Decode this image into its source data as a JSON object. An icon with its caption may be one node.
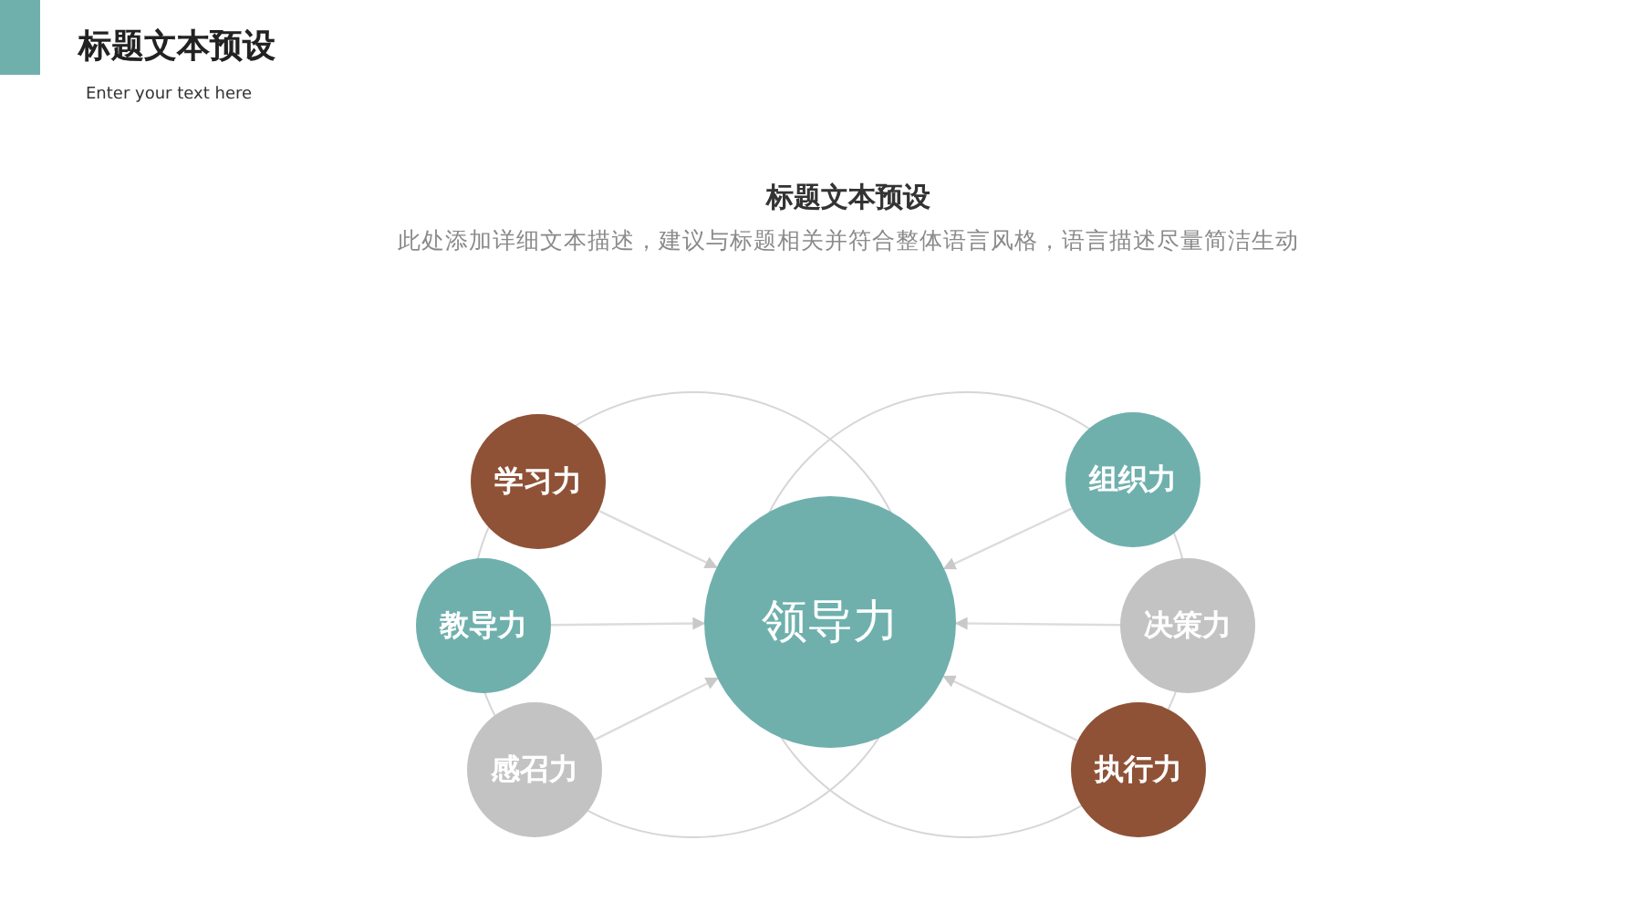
{
  "diagram": {
    "title": "标题文本预设",
    "nodes": [
      {
        "text": [
          "学习力"
        ]
      },
      {
        "text": [
          "组织力"
        ]
      },
      {
        "text": [
          "教导力"
        ]
      },
      {
        "text": [
          "领导力"
        ]
      },
      {
        "text": [
          "决策力"
        ]
      },
      {
        "text": [
          "感召力"
        ]
      },
      {
        "text": [
          "执行力"
        ]
      }
    ],
    "edges": [
      {
        "from": 0,
        "to": 3,
        "arrow": "to"
      },
      {
        "from": 2,
        "to": 3,
        "arrow": "to"
      },
      {
        "from": 5,
        "to": 3,
        "arrow": "to"
      },
      {
        "from": 1,
        "to": 3,
        "arrow": "to"
      },
      {
        "from": 4,
        "to": 3,
        "arrow": "to"
      },
      {
        "from": 6,
        "to": 3,
        "arrow": "to"
      }
    ],
    "labels": [
      "Enter your text here",
      "标题文本预设",
      "此处添加详细文本描述，建议与标题相关并符合整体语言风格，语言描述尽量简洁生动"
    ]
  }
}
